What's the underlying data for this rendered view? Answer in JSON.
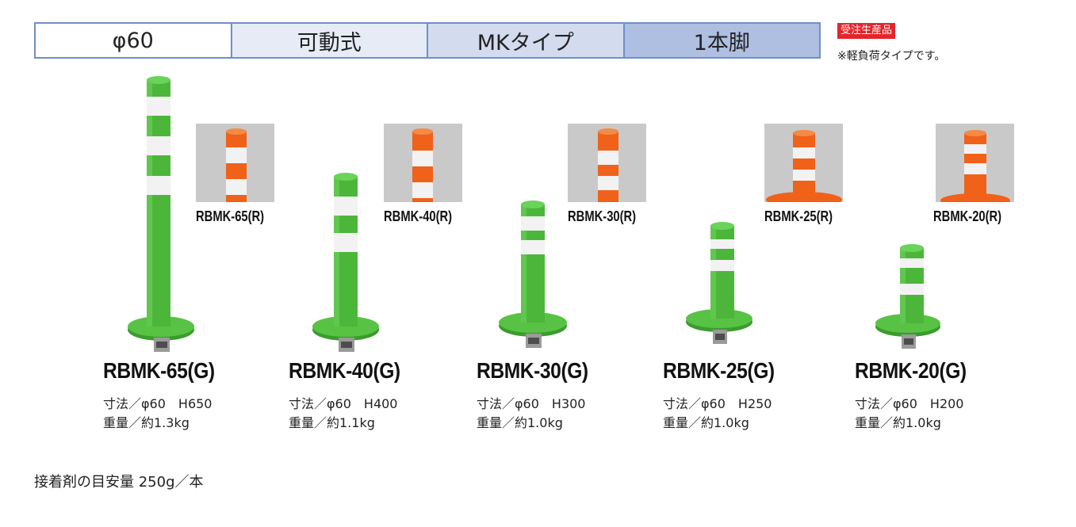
{
  "spec_bar": [
    "φ60",
    "可動式",
    "MKタイプ",
    "1本脚"
  ],
  "spec_bar_colors": [
    "#ffffff",
    "#e6ebf6",
    "#d3dcef",
    "#aebfe2"
  ],
  "badge": "受注生産品",
  "note": "※軽負荷タイプです。",
  "colors": {
    "green": "#4cb63a",
    "green_dark": "#2f8a25",
    "orange": "#f0611a",
    "reflector": "#f2f2f2",
    "badge": "#e4252b",
    "border": "#6f8fc6"
  },
  "products": [
    {
      "name": "RBMK-65(G)",
      "size": "寸法／φ60　H650",
      "weight": "重量／約1.3kg",
      "variant": "RBMK-65(R)"
    },
    {
      "name": "RBMK-40(G)",
      "size": "寸法／φ60　H400",
      "weight": "重量／約1.1kg",
      "variant": "RBMK-40(R)"
    },
    {
      "name": "RBMK-30(G)",
      "size": "寸法／φ60　H300",
      "weight": "重量／約1.0kg",
      "variant": "RBMK-30(R)"
    },
    {
      "name": "RBMK-25(G)",
      "size": "寸法／φ60　H250",
      "weight": "重量／約1.0kg",
      "variant": "RBMK-25(R)"
    },
    {
      "name": "RBMK-20(G)",
      "size": "寸法／φ60　H200",
      "weight": "重量／約1.0kg",
      "variant": "RBMK-20(R)"
    }
  ],
  "footer_note": "接着剤の目安量 250g／本"
}
